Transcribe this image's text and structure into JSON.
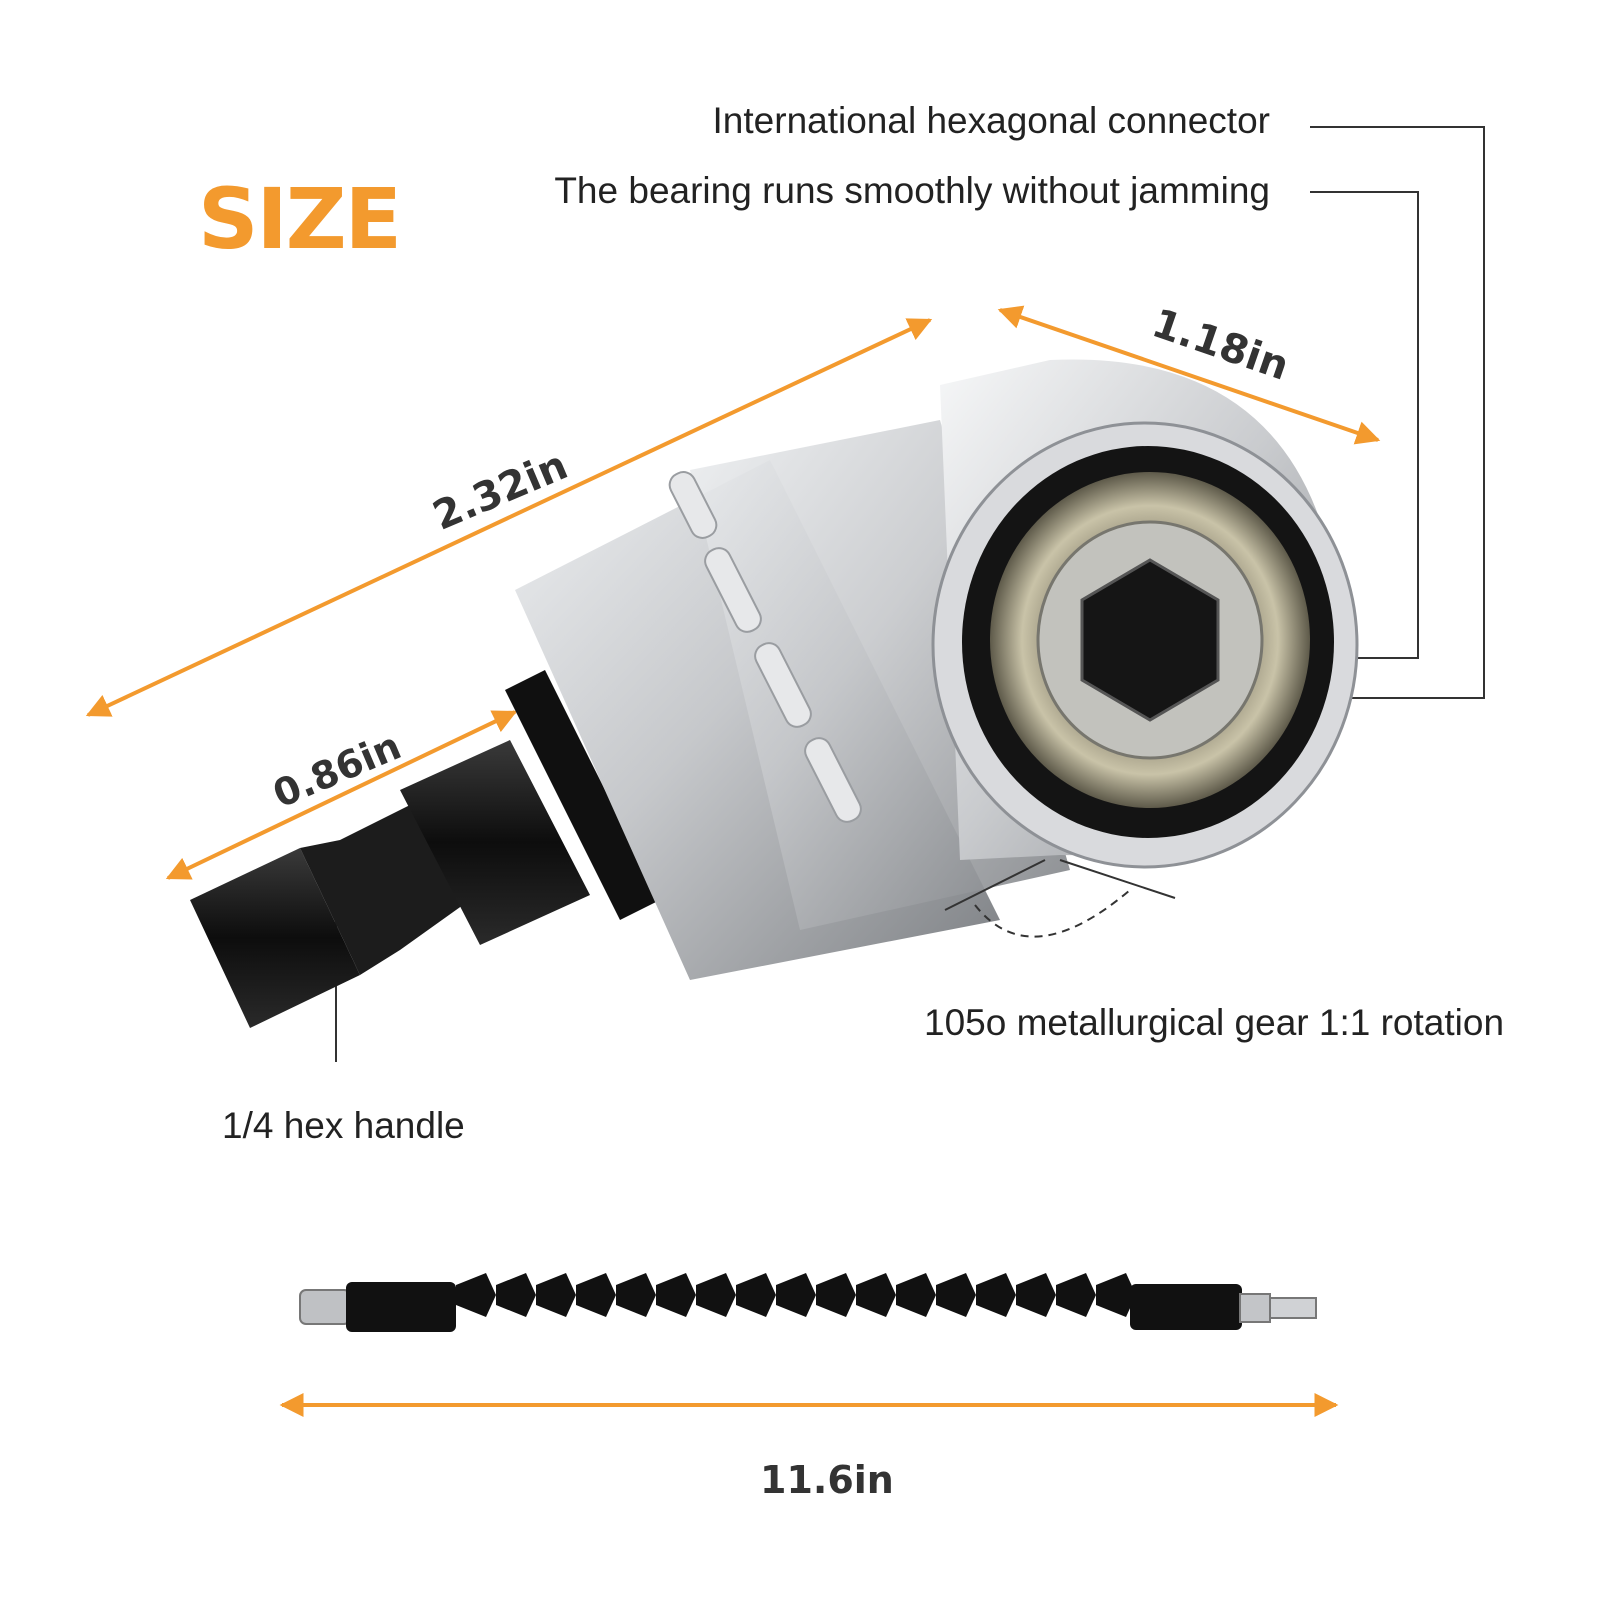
{
  "title": "SIZE",
  "callouts": {
    "connector": "International hexagonal connector",
    "bearing": "The bearing runs smoothly without jamming",
    "gear": "105o metallurgical gear 1:1 rotation",
    "hex_handle": "1/4 hex handle"
  },
  "dimensions": {
    "overall_length": "2.32in",
    "head_width": "1.18in",
    "shank_length": "0.86in",
    "flex_shaft_length": "11.6in"
  },
  "colors": {
    "accent": "#f39a2e",
    "text": "#222222",
    "metal": "#c8c9cc",
    "dark": "#151515"
  }
}
